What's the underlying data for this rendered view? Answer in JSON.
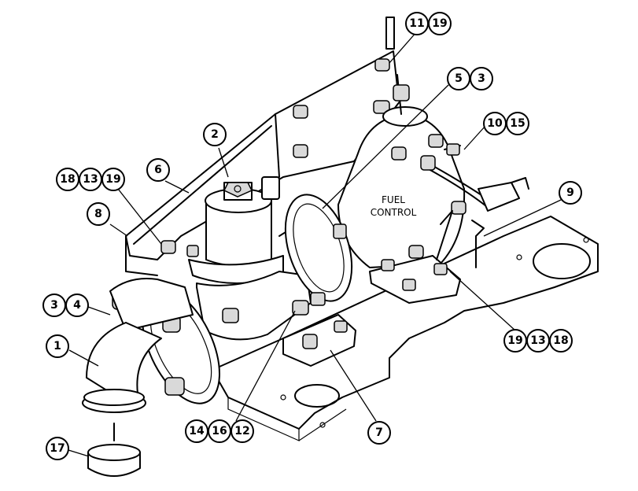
{
  "component_label": [
    "FUEL",
    "CONTROL"
  ],
  "callouts": {
    "c1": "1",
    "c2": "2",
    "c3a": "3",
    "c4": "4",
    "c5": "5",
    "c3b": "3",
    "c6": "6",
    "c7": "7",
    "c8": "8",
    "c9": "9",
    "c10": "10",
    "c15": "15",
    "c11": "11",
    "c19a": "19",
    "c18a": "18",
    "c13a": "13",
    "c19b": "19",
    "c14": "14",
    "c16": "16",
    "c12": "12",
    "c17": "17",
    "c19c": "19",
    "c13b": "13",
    "c18b": "18"
  }
}
